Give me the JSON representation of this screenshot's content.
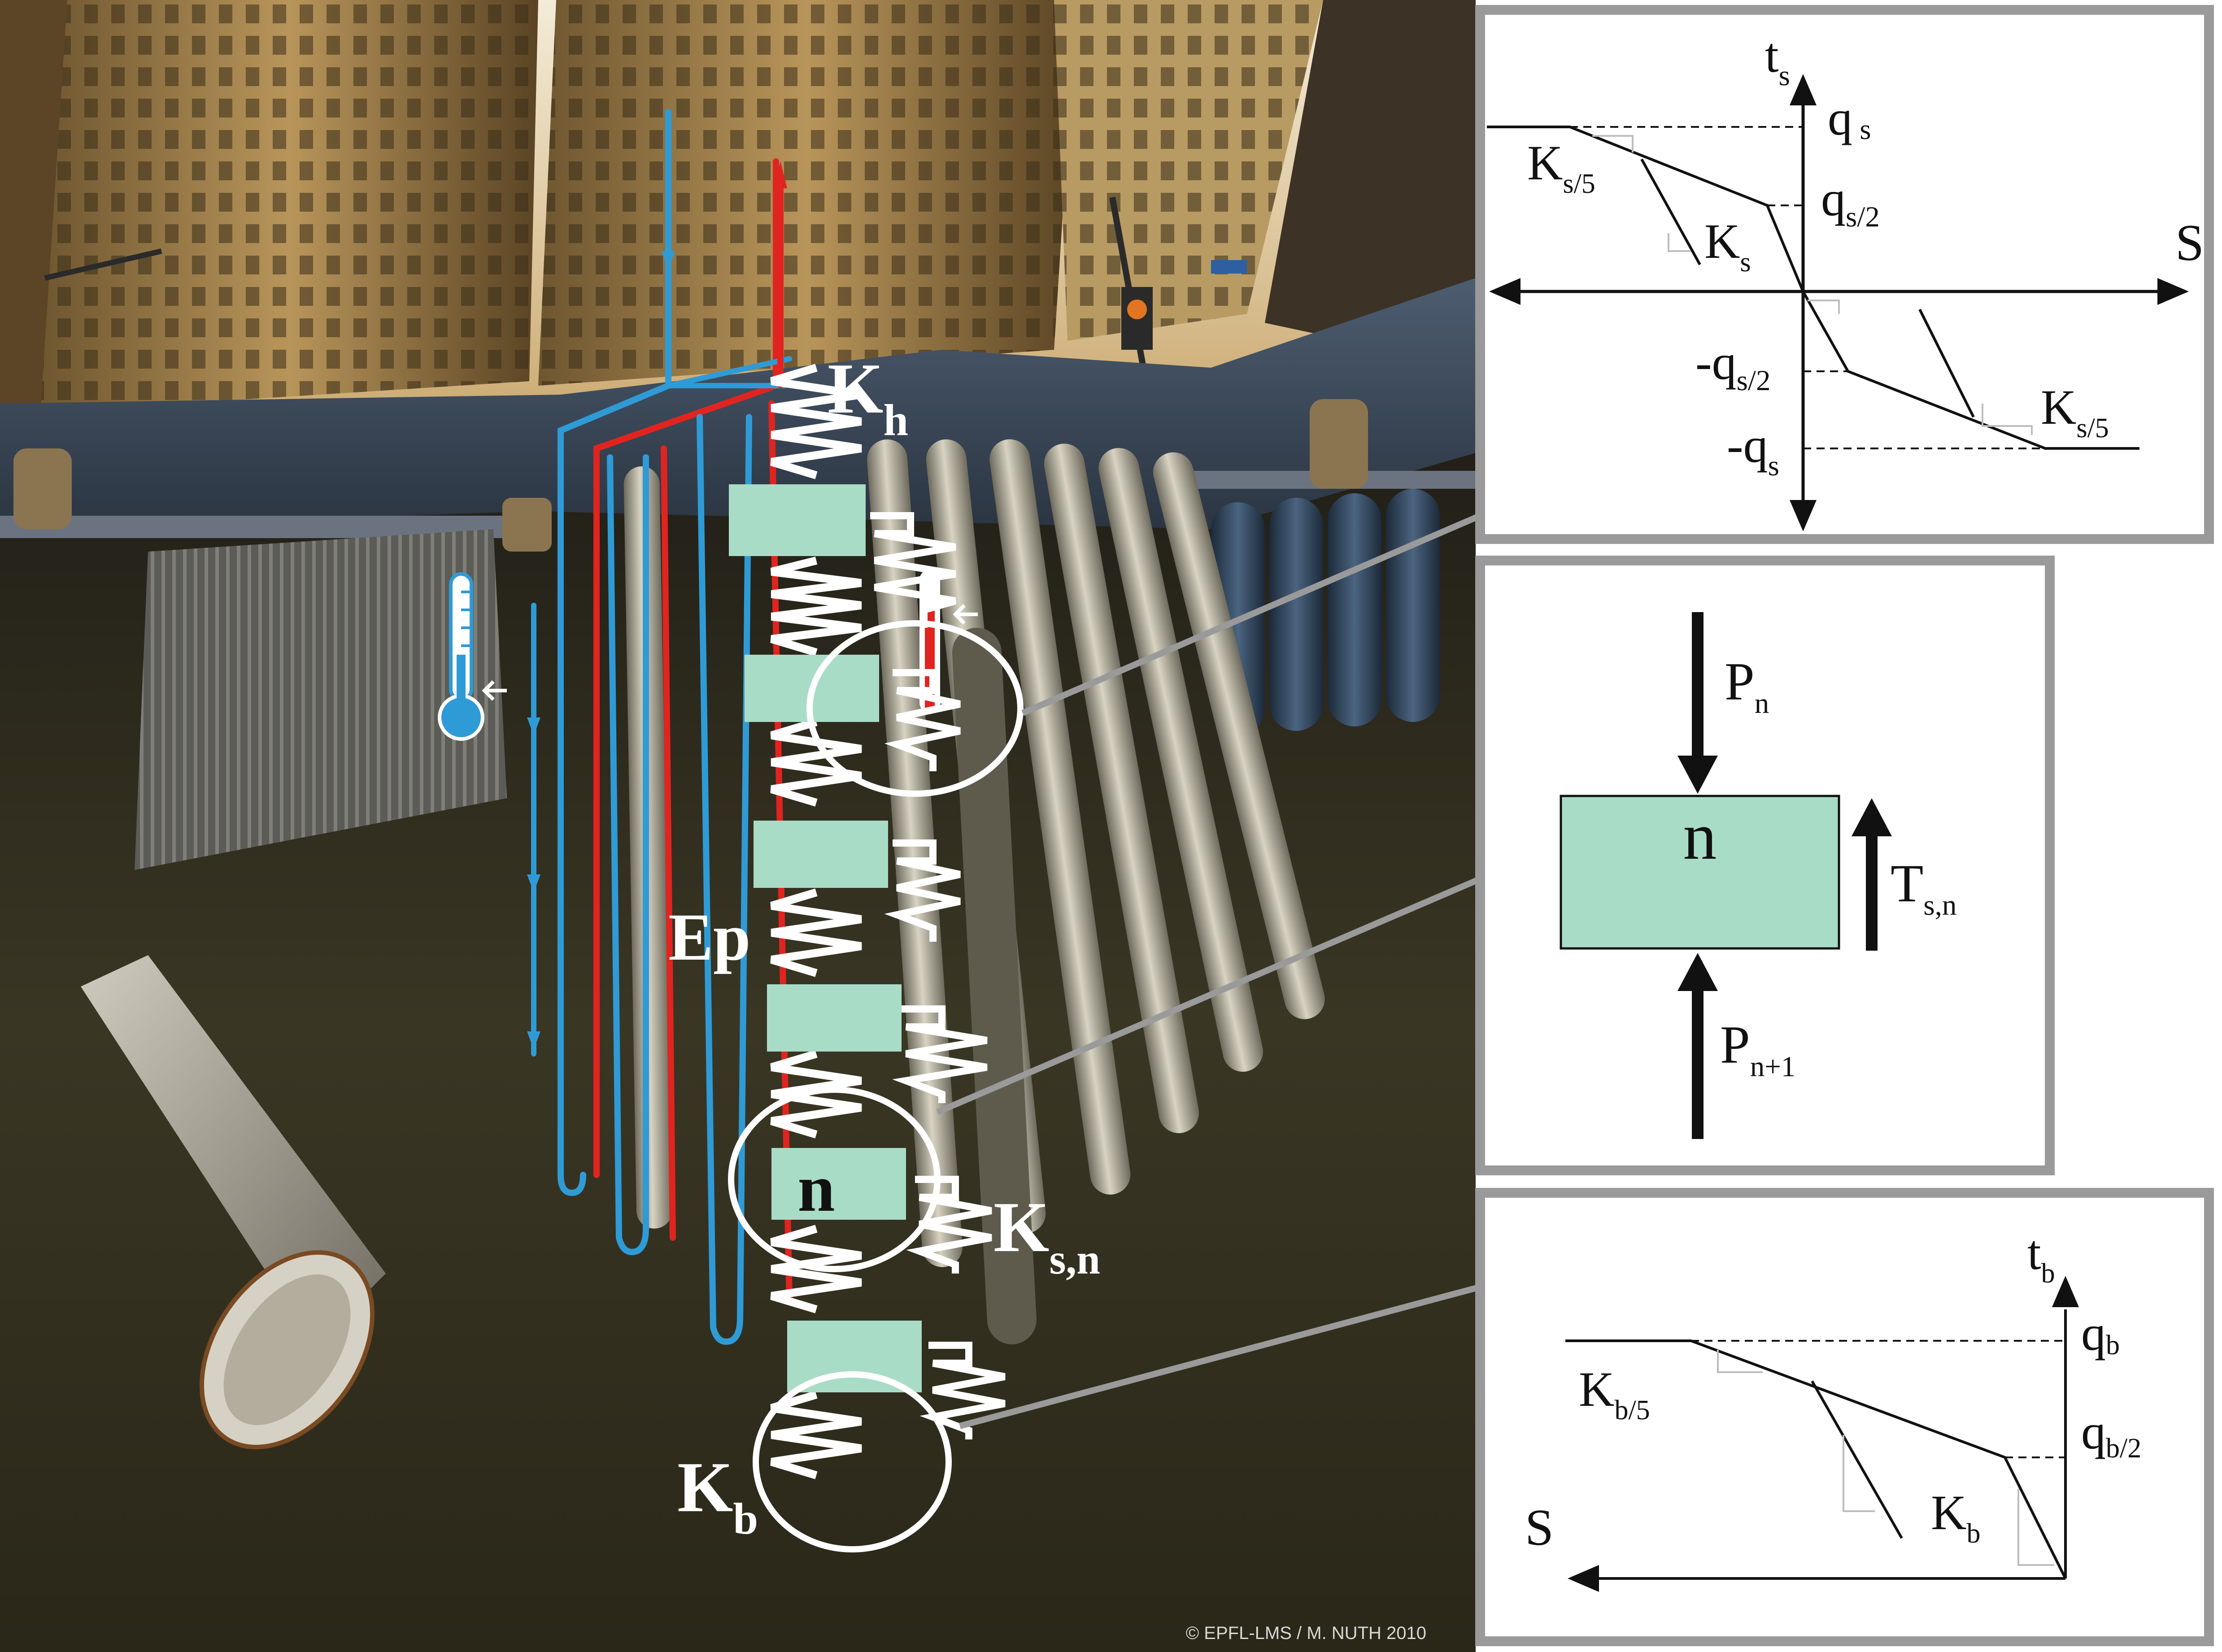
{
  "scene": {
    "labels": {
      "kh_main": "K",
      "kh_sub": "h",
      "ep": "Ep",
      "element_n": "n",
      "ksn_main": "K",
      "ksn_sub": "s,n",
      "kb_main": "K",
      "kb_sub": "b"
    },
    "copyright": "© EPFL-LMS / M. NUTH 2010",
    "colors": {
      "element": "#a8dcc6",
      "spring": "#ffffff",
      "cold_pipe": "#2f9bd6",
      "hot_pipe": "#e0241f",
      "frame": "#9a9a9a",
      "soil": "#2f2c20",
      "sky": "#efe6cf",
      "building": "#9a7a46"
    },
    "icons": {
      "thermometer": "thermometer-icon",
      "arrows": "flow-arrow-icon"
    }
  },
  "shaft_panel": {
    "axis_top": {
      "main": "t",
      "sub": "s"
    },
    "axis_right": "S",
    "q_top": {
      "main": "q",
      "sub": " s"
    },
    "q_half": {
      "main": "q",
      "sub": "s/2"
    },
    "neg_q_half": {
      "main": "-q",
      "sub": "s/2"
    },
    "neg_q": {
      "main": "-q",
      "sub": "s"
    },
    "k_s5_left": {
      "main": "K",
      "sub": "s/5"
    },
    "k_s": {
      "main": "K",
      "sub": "s"
    },
    "k_s5_right": {
      "main": "K",
      "sub": "s/5"
    }
  },
  "element_panel": {
    "p_n": {
      "main": "P",
      "sub": "n"
    },
    "element_label": "n",
    "t_sn": {
      "main": "T",
      "sub": "s,n"
    },
    "p_n1": {
      "main": "P",
      "sub": "n+1"
    }
  },
  "base_panel": {
    "axis_top": {
      "main": "t",
      "sub": "b"
    },
    "q_b": {
      "main": "q",
      "sub": "b"
    },
    "q_b2": {
      "main": "q",
      "sub": "b/2"
    },
    "k_b5": {
      "main": "K",
      "sub": "b/5"
    },
    "k_b": {
      "main": "K",
      "sub": "b"
    },
    "axis_left": "S"
  }
}
